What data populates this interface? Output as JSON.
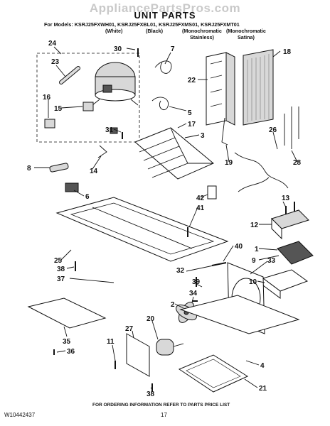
{
  "header": {
    "watermark": "AppliancePartsPros.com",
    "title": "UNIT PARTS",
    "models_line": "For Models: KSRJ25FXWH01, KSRJ25FXBL01, KSRJ25FXMS01, KSRJ25FXMT01",
    "variants": [
      {
        "line1": "(White)",
        "line2": ""
      },
      {
        "line1": "(Black)",
        "line2": ""
      },
      {
        "line1": "(Monochromatic",
        "line2": "Stainless)"
      },
      {
        "line1": "(Monochromatic",
        "line2": "Satina)"
      }
    ]
  },
  "callouts": [
    "24",
    "23",
    "30",
    "7",
    "18",
    "22",
    "16",
    "15",
    "5",
    "17",
    "3",
    "31",
    "26",
    "8",
    "14",
    "19",
    "28",
    "6",
    "42",
    "13",
    "41",
    "12",
    "1",
    "25",
    "40",
    "9",
    "38",
    "32",
    "33",
    "37",
    "39",
    "10",
    "2",
    "34",
    "20",
    "27",
    "35",
    "11",
    "36",
    "4",
    "38",
    "21"
  ],
  "footer": {
    "ordering_note": "FOR ORDERING INFORMATION REFER TO PARTS PRICE LIST",
    "doc_id": "W10442437",
    "page_number": "17"
  },
  "colors": {
    "ink": "#111111",
    "watermark": "#c9c9c9",
    "paper": "#ffffff"
  }
}
